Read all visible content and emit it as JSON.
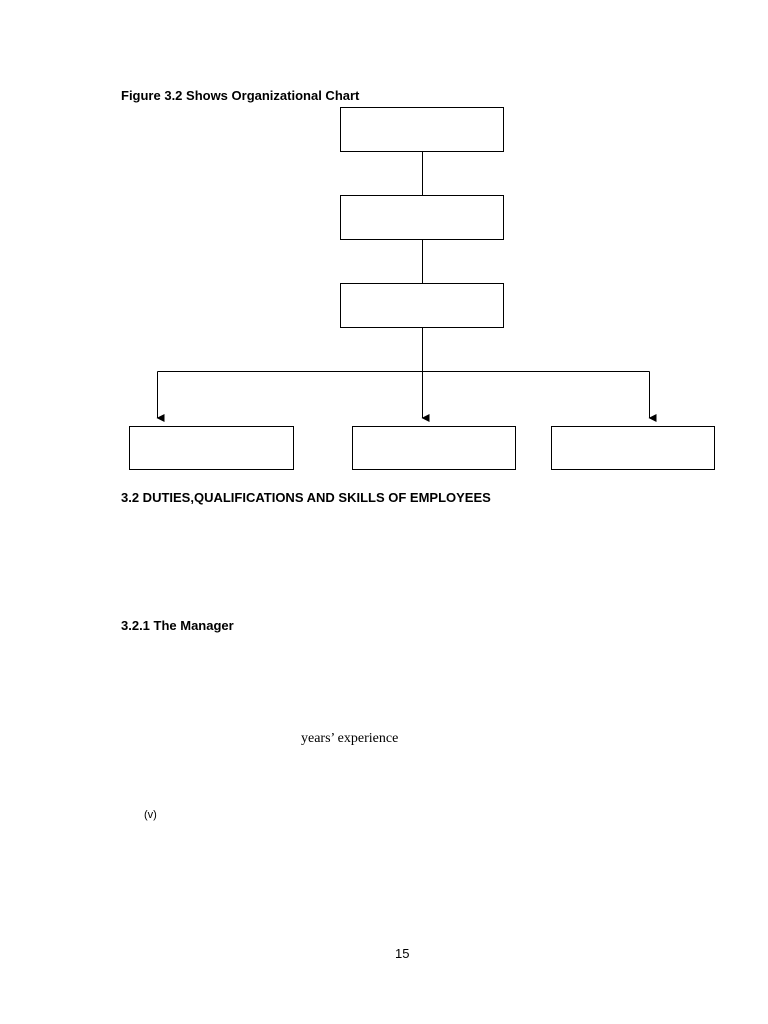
{
  "figure": {
    "caption": "Figure 3.2 Shows Organizational Chart"
  },
  "sections": {
    "section_heading": "3.2 DUTIES,QUALIFICATIONS AND SKILLS OF EMPLOYEES",
    "subsection_heading": "3.2.1 The Manager"
  },
  "body": {
    "experience_text": "years’ experience",
    "list_marker": "(v)"
  },
  "footer": {
    "page_number": "15"
  }
}
